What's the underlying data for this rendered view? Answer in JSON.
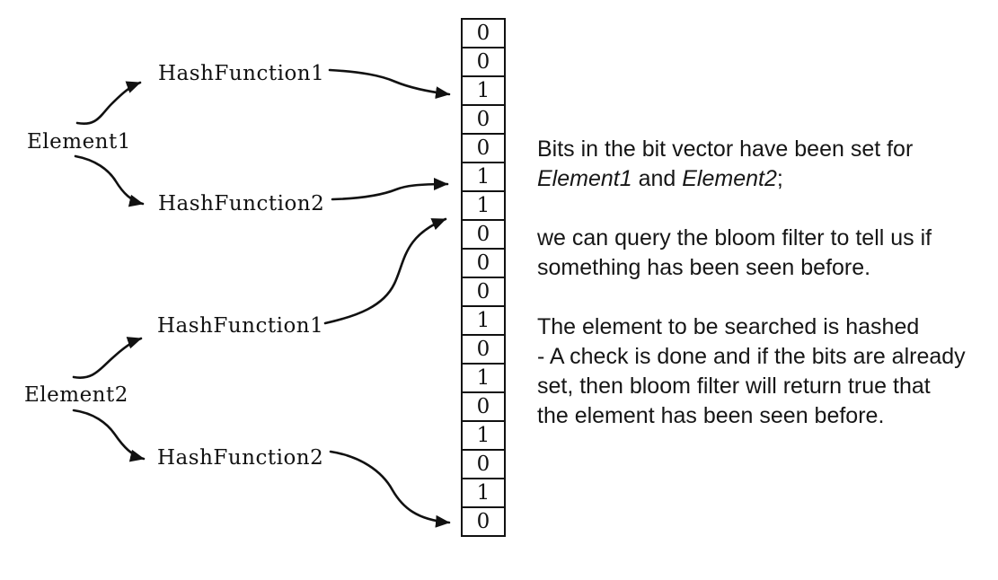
{
  "colors": {
    "ink": "#111111",
    "background": "#ffffff"
  },
  "diagram": {
    "element1_label": "Element1",
    "element2_label": "Element2",
    "hashfunction1_top_label": "HashFunction1",
    "hashfunction2_top_label": "HashFunction2",
    "hashfunction1_bottom_label": "HashFunction1",
    "hashfunction2_bottom_label": "HashFunction2"
  },
  "bit_vector": {
    "length": 18,
    "values": [
      0,
      0,
      1,
      0,
      0,
      1,
      1,
      0,
      0,
      0,
      1,
      0,
      1,
      0,
      1,
      0,
      1,
      0
    ]
  },
  "note": {
    "p1_line1": "Bits in the bit vector have been set for",
    "p1_elem1": "Element1",
    "p1_mid": " and ",
    "p1_elem2": "Element2",
    "p1_end": ";",
    "p2_line1": "we can query the bloom filter to tell us if",
    "p2_line2": "something has been seen before.",
    "p3_line1": "The element to be searched is hashed",
    "p3_line2": "- A check is done and if the bits are already",
    "p3_line3": "set, then bloom filter will return true that",
    "p3_line4": "the element has been seen before."
  }
}
